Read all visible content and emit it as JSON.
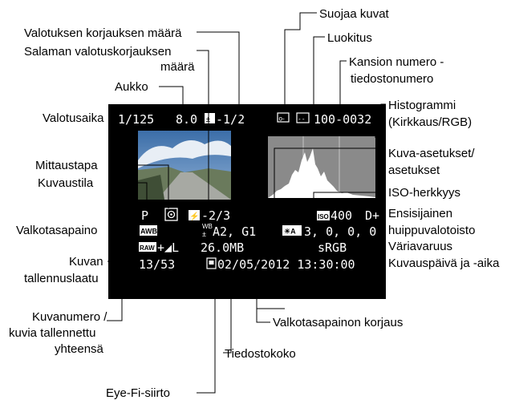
{
  "screen": {
    "shutter": "1/125",
    "aperture": "8.0",
    "exposure_comp": "-1/2",
    "rating": "[--]",
    "file_number": "100-0032",
    "shooting_mode": "P",
    "flash_comp": "-2/3",
    "iso_value": "400",
    "highlight_tone": "D+",
    "wb_shift": "A2, G1",
    "picture_style_values": "3,  0,  0,  0",
    "color_space": "sRGB",
    "image_index": "13/53",
    "file_size": "26.0MB",
    "datetime": "02/05/2012 13:30:00",
    "iso_tag": "ISO",
    "awb_tag": "AWB",
    "raw_tag": "RAW",
    "quality_suffix": "+◢L"
  },
  "labels": {
    "protect": "Suojaa kuvat",
    "exp_comp_amount": "Valotuksen korjauksen määrä",
    "rating": "Luokitus",
    "flash_comp_line1": "Salaman valotuskorjauksen",
    "flash_comp_line2": "määrä",
    "folder_line1": "Kansion numero -",
    "folder_line2": "tiedostonumero",
    "aperture": "Aukko",
    "histogram_line1": "Histogrammi",
    "histogram_line2": "(Kirkkaus/RGB)",
    "shutter": "Valotusaika",
    "picture_style_line1": "Kuva-asetukset/",
    "picture_style_line2": "asetukset",
    "metering": "Mittaustapa",
    "shooting_mode": "Kuvaustila",
    "iso": "ISO-herkkyys",
    "highlight_line1": "Ensisijainen",
    "highlight_line2": "huippuvalotoisto",
    "white_balance": "Valkotasapaino",
    "color_space": "Väriavaruus",
    "quality_line1": "Kuvan",
    "quality_line2": "tallennuslaatu",
    "datetime": "Kuvauspäivä ja -aika",
    "image_number_line1": "Kuvanumero /",
    "image_number_line2": "kuvia tallennettu",
    "image_number_line3": "yhteensä",
    "wb_correction": "Valkotasapainon korjaus",
    "file_size": "Tiedostokoko",
    "eyefi": "Eye-Fi-siirto"
  },
  "colors": {
    "screen_bg": "#000000",
    "screen_text": "#ffffff",
    "histogram_bg": "#8a8a8a",
    "histogram_fill": "#ffffff",
    "sky": "#4a7fb8"
  },
  "icons": [
    "protect-key-icon",
    "rating-icon",
    "exposure-comp-icon",
    "metering-icon",
    "flash-comp-icon",
    "wb-shift-icon",
    "picture-style-icon",
    "eyefi-icon",
    "awb-icon",
    "raw-icon"
  ]
}
